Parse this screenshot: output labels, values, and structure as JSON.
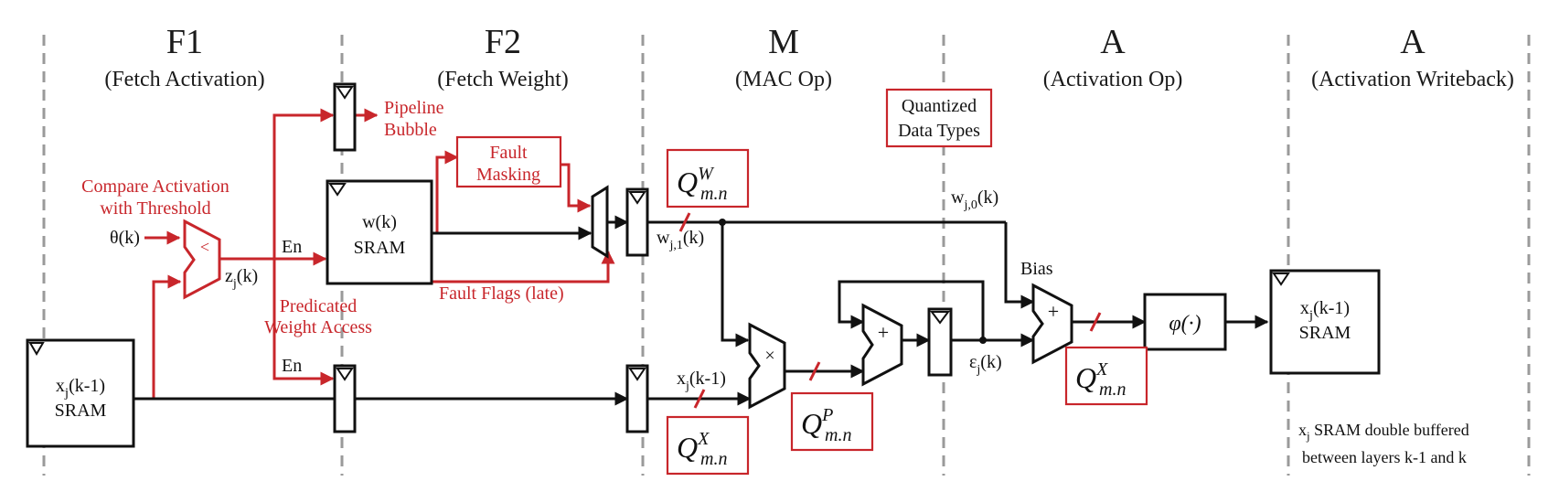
{
  "stages": [
    {
      "title": "F1",
      "subtitle": "(Fetch Activation)"
    },
    {
      "title": "F2",
      "subtitle": "(Fetch Weight)"
    },
    {
      "title": "M",
      "subtitle": "(MAC Op)"
    },
    {
      "title": "A",
      "subtitle": "(Activation Op)"
    },
    {
      "title": "A",
      "subtitle": "(Activation Writeback)"
    }
  ],
  "blocks": {
    "x_sram_in": {
      "line1": "x",
      "sub": "j",
      "rest": "(k-1)",
      "line2": "SRAM"
    },
    "w_sram": {
      "line1": "w(k)",
      "line2": "SRAM"
    },
    "x_sram_out": {
      "line1": "x",
      "sub": "j",
      "rest": "(k-1)",
      "line2": "SRAM"
    },
    "phi": "φ(·)"
  },
  "annotations": {
    "compare_line1": "Compare Activation",
    "compare_line2": "with Threshold",
    "pipeline_line1": "Pipeline",
    "pipeline_line2": "Bubble",
    "fault_masking_line1": "Fault",
    "fault_masking_line2": "Masking",
    "fault_flags": "Fault Flags (late)",
    "predicated_line1": "Predicated",
    "predicated_line2": "Weight Access",
    "quantized_line1": "Quantized",
    "quantized_line2": "Data Types"
  },
  "signals": {
    "theta": "θ(k)",
    "en_top": "En",
    "en_bottom": "En",
    "z": {
      "base": "z",
      "sub": "j",
      "rest": "(k)"
    },
    "w_j1": {
      "base": "w",
      "sub": "j,1",
      "rest": "(k)"
    },
    "w_j0": {
      "base": "w",
      "sub": "j,0",
      "rest": "(k)"
    },
    "x_jk1": {
      "base": "x",
      "sub": "j",
      "rest": "(k-1)"
    },
    "eps": {
      "base": "ε",
      "sub": "j",
      "rest": "(k)"
    },
    "bias": "Bias"
  },
  "operators": {
    "compare": "<",
    "multiply": "×",
    "add_acc": "+",
    "add_bias": "+"
  },
  "quantizers": {
    "qw": {
      "base": "Q",
      "sup": "W",
      "sub": "m.n"
    },
    "qx_mac": {
      "base": "Q",
      "sup": "X",
      "sub": "m.n"
    },
    "qp": {
      "base": "Q",
      "sup": "P",
      "sub": "m.n"
    },
    "qx_out": {
      "base": "Q",
      "sup": "X",
      "sub": "m.n"
    }
  },
  "note": {
    "line1_base": "x",
    "line1_sub": "j",
    "line1_rest": " SRAM double buffered",
    "line2": "between layers k-1 and k"
  },
  "colors": {
    "accent": "#c8262b",
    "ink": "#111111",
    "separator": "#9a9a9a"
  }
}
